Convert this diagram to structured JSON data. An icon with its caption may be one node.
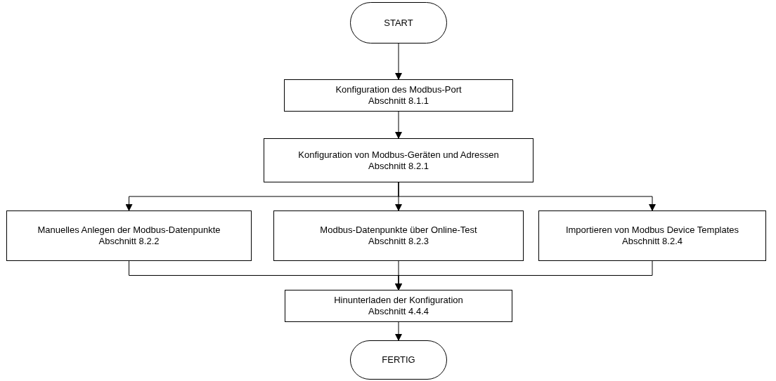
{
  "diagram": {
    "nodes": [
      {
        "text": [
          "START"
        ]
      },
      {
        "text": [
          "Konfiguration des Modbus-Port",
          "Abschnitt 8.1.1"
        ]
      },
      {
        "text": [
          "Konfiguration von Modbus-Geräten und Adressen",
          "Abschnitt 8.2.1"
        ]
      },
      {
        "text": [
          "Manuelles Anlegen der Modbus-Datenpunkte",
          "Abschnitt 8.2.2"
        ]
      },
      {
        "text": [
          "Modbus-Datenpunkte über Online-Test",
          "Abschnitt 8.2.3"
        ]
      },
      {
        "text": [
          "Importieren von Modbus Device Templates",
          "Abschnitt 8.2.4"
        ]
      },
      {
        "text": [
          "Hinunterladen der Konfiguration",
          "Abschnitt 4.4.4"
        ]
      },
      {
        "text": [
          "FERTIG"
        ]
      }
    ],
    "edges": [
      {
        "from": 0,
        "to": 1,
        "arrow": "to"
      },
      {
        "from": 1,
        "to": 2,
        "arrow": "to"
      },
      {
        "from": 2,
        "to": 3,
        "arrow": "to"
      },
      {
        "from": 2,
        "to": 4,
        "arrow": "to"
      },
      {
        "from": 2,
        "to": 5,
        "arrow": "to"
      },
      {
        "from": 3,
        "to": 6,
        "arrow": "to"
      },
      {
        "from": 4,
        "to": 6,
        "arrow": "to"
      },
      {
        "from": 5,
        "to": 6,
        "arrow": "to"
      },
      {
        "from": 6,
        "to": 7,
        "arrow": "to"
      }
    ]
  }
}
